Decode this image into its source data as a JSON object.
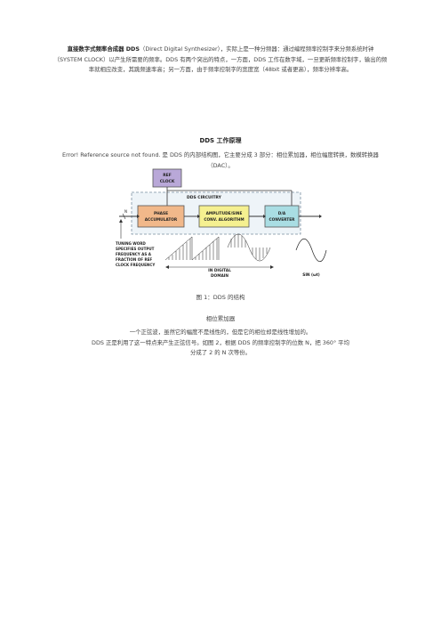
{
  "intro": {
    "lead": "直接数字式频率合成器 DDS",
    "text": "（Direct Digital Synthesizer），实际上是一种分频器：通过编程频率控制字来分频系统时钟（SYSTEM CLOCK）以产生所需要的频率。DDS 有两个突出的特点，一方面，DDS 工作在数字域，一旦更新频率控制字，输出的频率就相应改变，其跳频速率高；另一方面，由于频率控制字的宽度宽（48bit 或者更高），频率分辨率高。"
  },
  "section_title": "DDS 工作原理",
  "section_paragraph": "Error! Reference source not found. 是 DDS 的内部结构图，它主要分成 3 部分：相位累加器，相位幅度转换，数模转换器（DAC）。",
  "figure": {
    "ref_clock_1": "REF",
    "ref_clock_2": "CLOCK",
    "dds_circuitry": "DDS CIRCUITRY",
    "phase_1": "PHASE",
    "phase_2": "ACCUMULATOR",
    "amp_1": "AMPLITUDE/SINE",
    "amp_2": "CONV. ALGORITHM",
    "dac_1": "D/A",
    "dac_2": "CONVERTER",
    "n_label": "N",
    "sin_out": "SIN (ωt)",
    "digital_1": "IN DIGITAL",
    "digital_2": "DOMAIN",
    "tuning": [
      "TUNING WORD",
      "SPECIFIES OUTPUT",
      "FREQUENCY AS A",
      "FRACTION OF REF",
      "CLOCK FREQUENCY",
      ""
    ]
  },
  "figure_caption": "图 1：DDS 的结构",
  "subsection_title": "相位累加器",
  "pa_text": [
    "一个正弦波，虽然它的幅度不是线性的，但是它的相位却是线性增加的。",
    "DDS 正是利用了这一特点来产生正弦信号。如图 2，根据 DDS 的频率控制字的位数 N，把 360° 平均",
    "分成了 2 的 N 次等份。"
  ]
}
